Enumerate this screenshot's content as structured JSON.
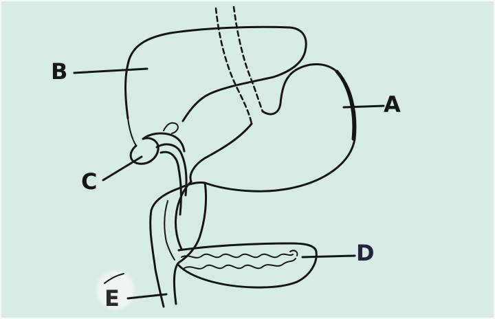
{
  "labels": {
    "a": "A",
    "b": "B",
    "c": "C",
    "d": "D",
    "e": "E"
  },
  "colors": {
    "paper": "#d7ebe6",
    "ink": "#141414"
  }
}
